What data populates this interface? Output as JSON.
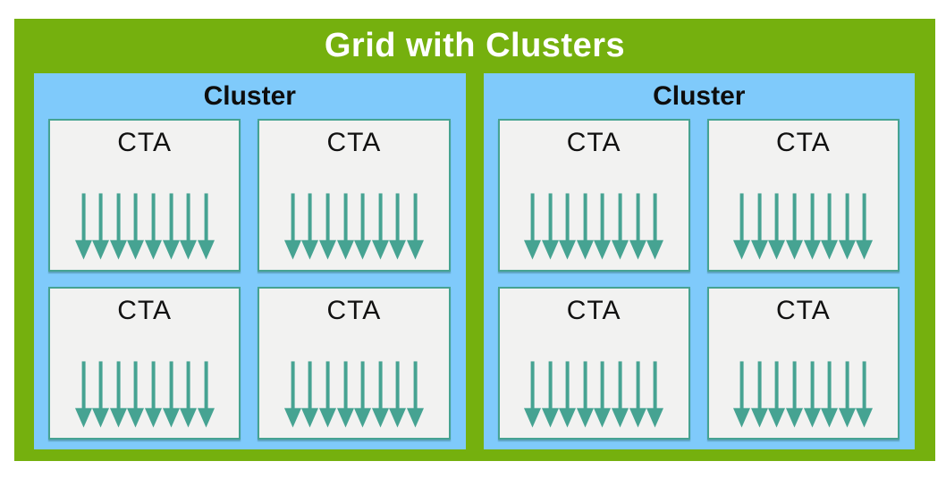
{
  "title": "Grid with Clusters",
  "colors": {
    "green": "#75B00E",
    "blue": "#7FCAFB",
    "teal": "#46A392",
    "cta_bg": "#F2F2F1",
    "title_text": "#FFFFFF"
  },
  "clusters": [
    {
      "label": "Cluster",
      "ctas": [
        {
          "label": "CTA",
          "arrows": 8
        },
        {
          "label": "CTA",
          "arrows": 8
        },
        {
          "label": "CTA",
          "arrows": 8
        },
        {
          "label": "CTA",
          "arrows": 8
        }
      ]
    },
    {
      "label": "Cluster",
      "ctas": [
        {
          "label": "CTA",
          "arrows": 8
        },
        {
          "label": "CTA",
          "arrows": 8
        },
        {
          "label": "CTA",
          "arrows": 8
        },
        {
          "label": "CTA",
          "arrows": 8
        }
      ]
    }
  ],
  "icons": {
    "thread_arrow": "down-arrow"
  }
}
